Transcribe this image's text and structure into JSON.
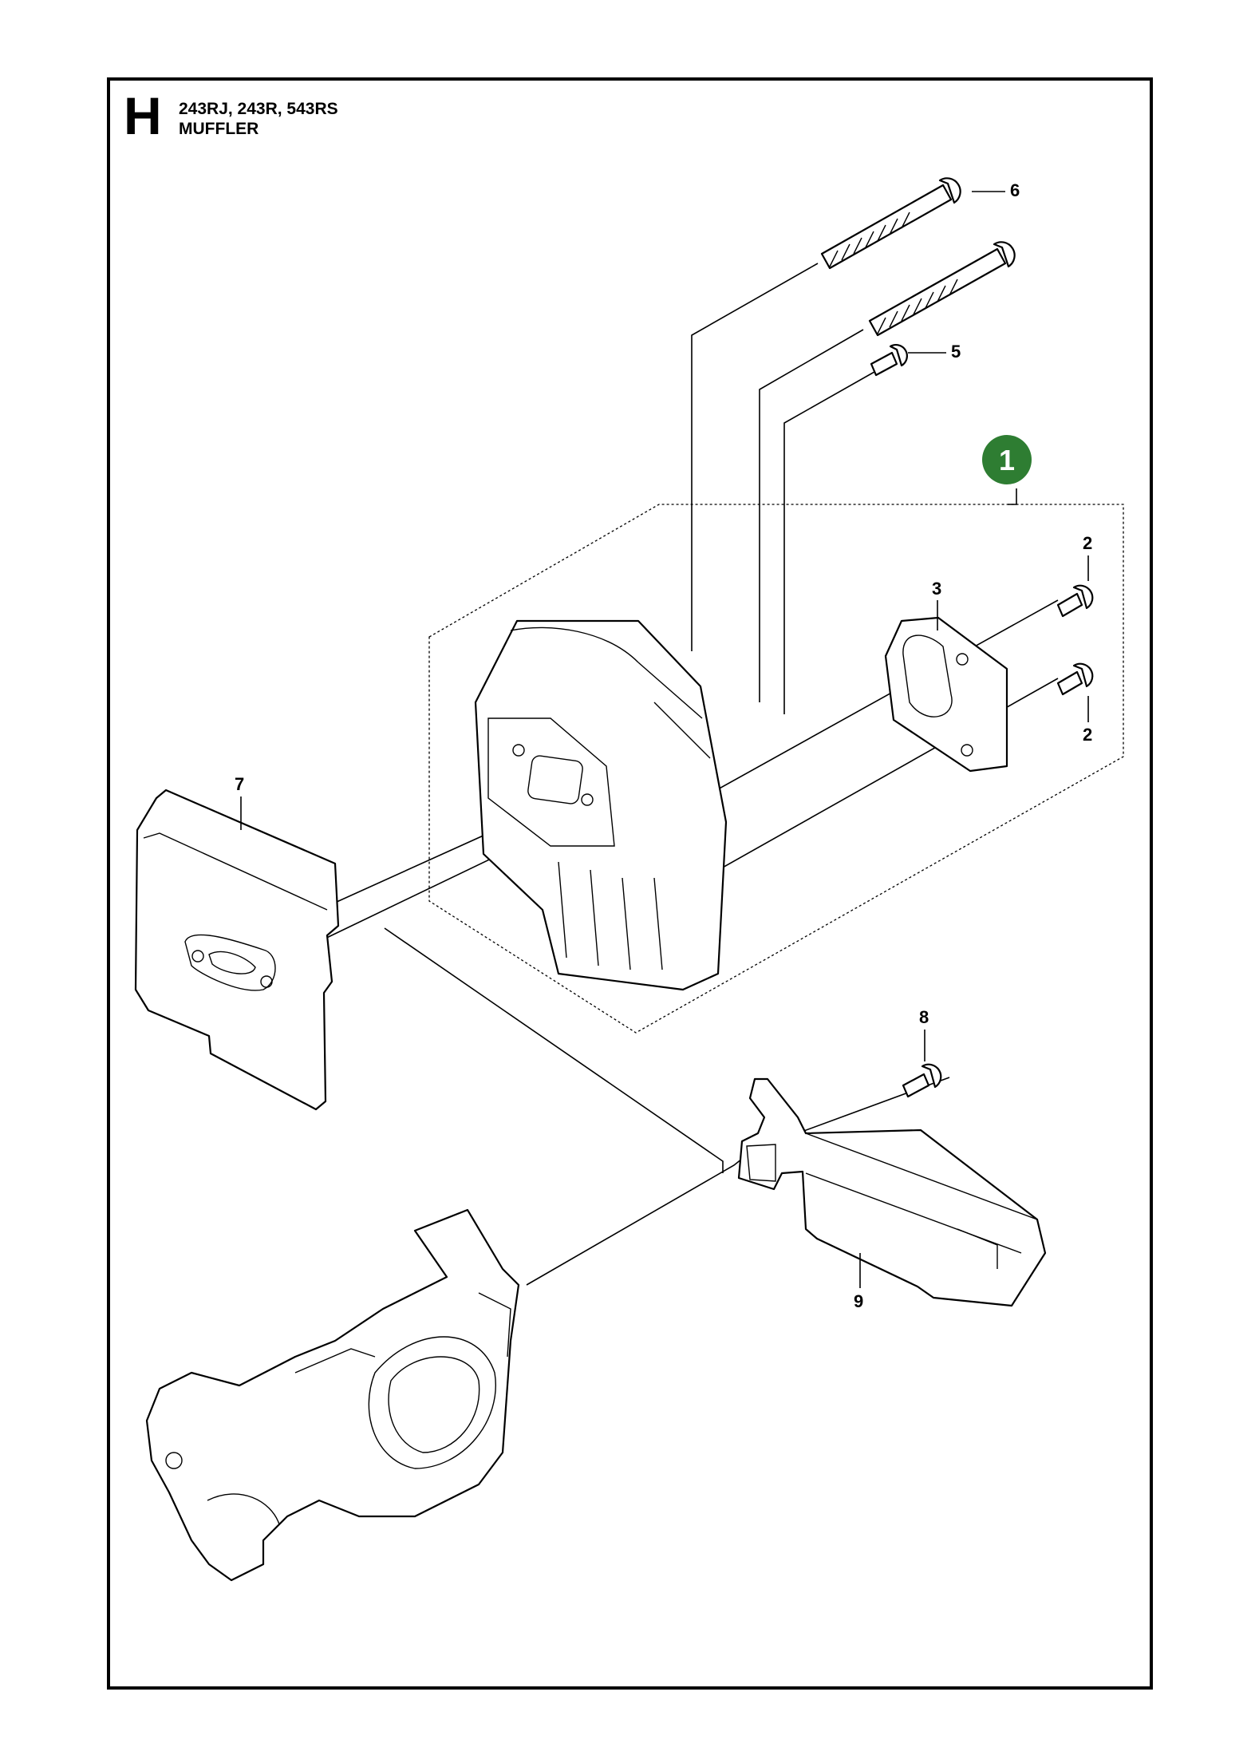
{
  "header": {
    "section_letter": "H",
    "models": "243RJ, 243R, 543RS",
    "title": "MUFFLER"
  },
  "callouts": {
    "assembly": "1",
    "screw_upper": "2",
    "screw_lower": "2",
    "spark_arrestor": "3",
    "screw_small": "5",
    "bolts": "6",
    "heat_shield": "7",
    "screw_guard": "8",
    "muffler_guard": "9"
  },
  "colors": {
    "assembly_badge": "#2e7d32",
    "line": "#000000"
  }
}
